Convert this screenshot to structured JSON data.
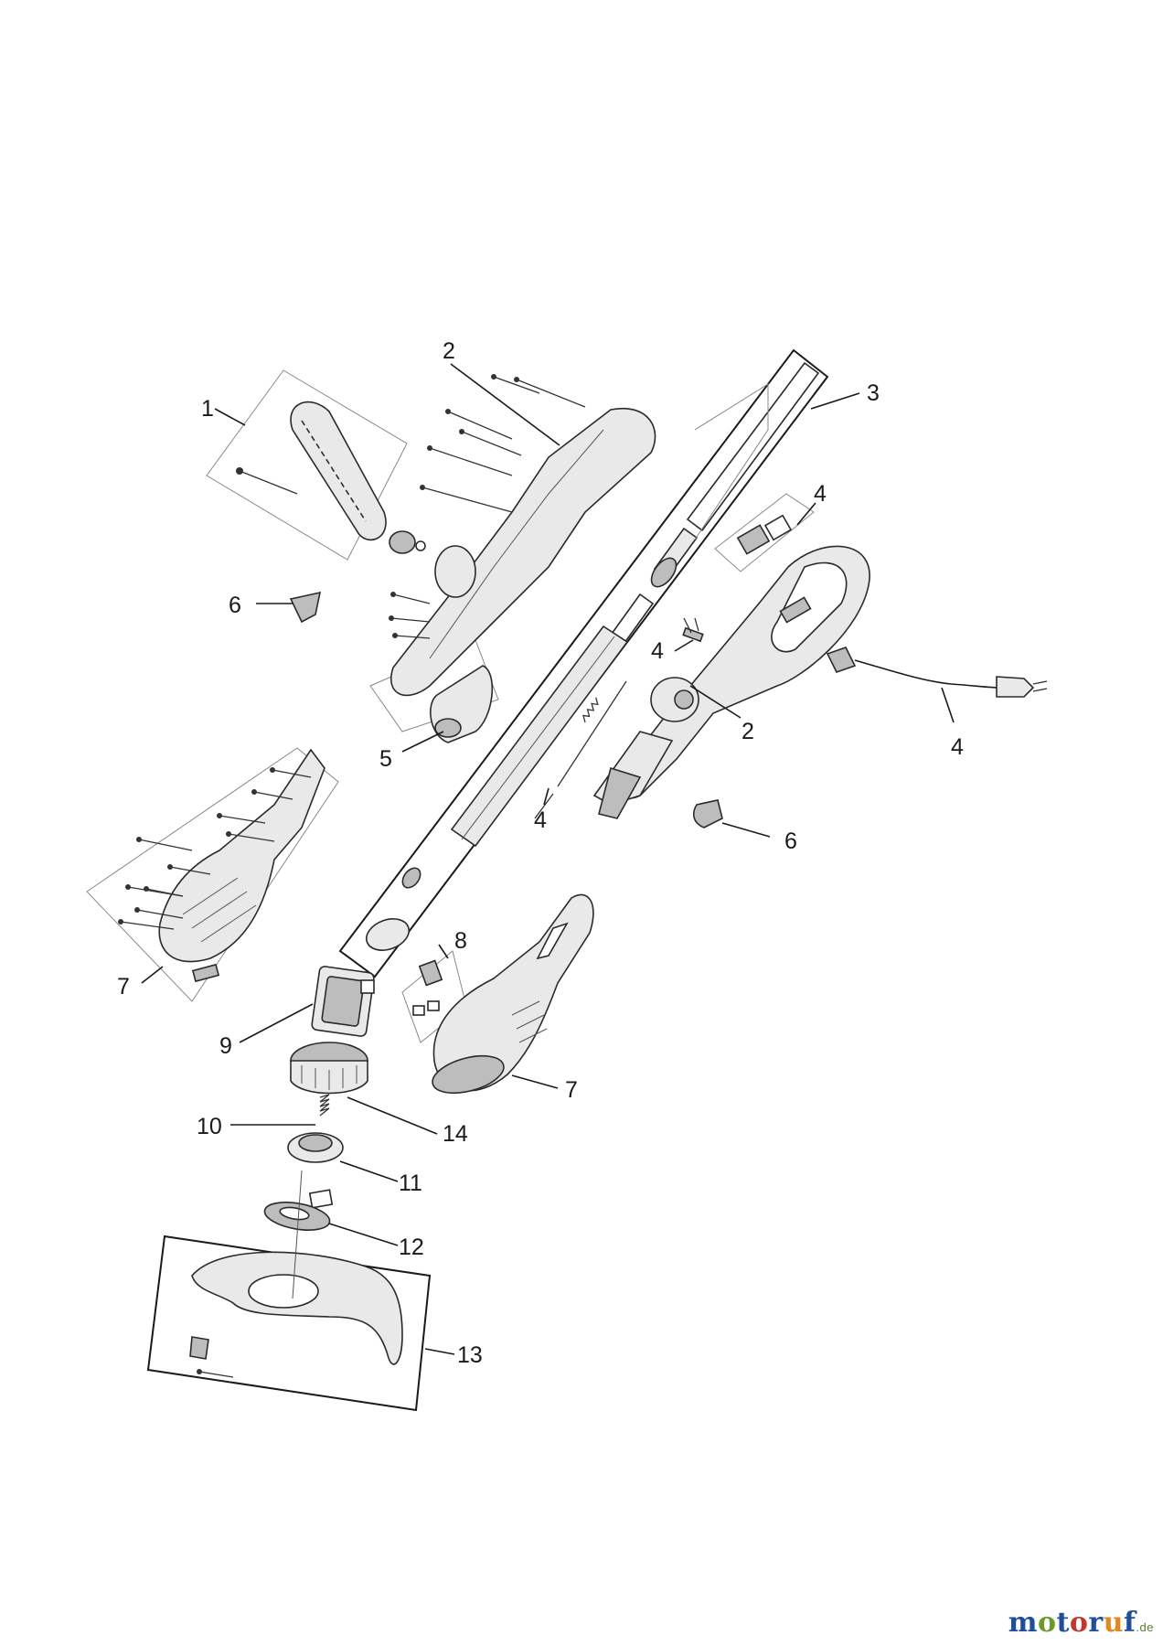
{
  "labels": {
    "l1": "1",
    "l2a": "2",
    "l2b": "2",
    "l3": "3",
    "l4a": "4",
    "l4b": "4",
    "l4c": "4",
    "l4d": "4",
    "l5": "5",
    "l6a": "6",
    "l6b": "6",
    "l7a": "7",
    "l7b": "7",
    "l8": "8",
    "l9": "9",
    "l10": "10",
    "l11": "11",
    "l12": "12",
    "l13": "13",
    "l14": "14"
  },
  "brand": {
    "m1": "m",
    "o1": "o",
    "t": "t",
    "o2": "o",
    "r": "r",
    "u": "u",
    "f": "f",
    "suffix": ".de"
  },
  "colors": {
    "brand_blue": "#1f4e9c",
    "brand_green": "#6a9a2a",
    "brand_red": "#c0392b",
    "brand_orange": "#e08a1e"
  }
}
